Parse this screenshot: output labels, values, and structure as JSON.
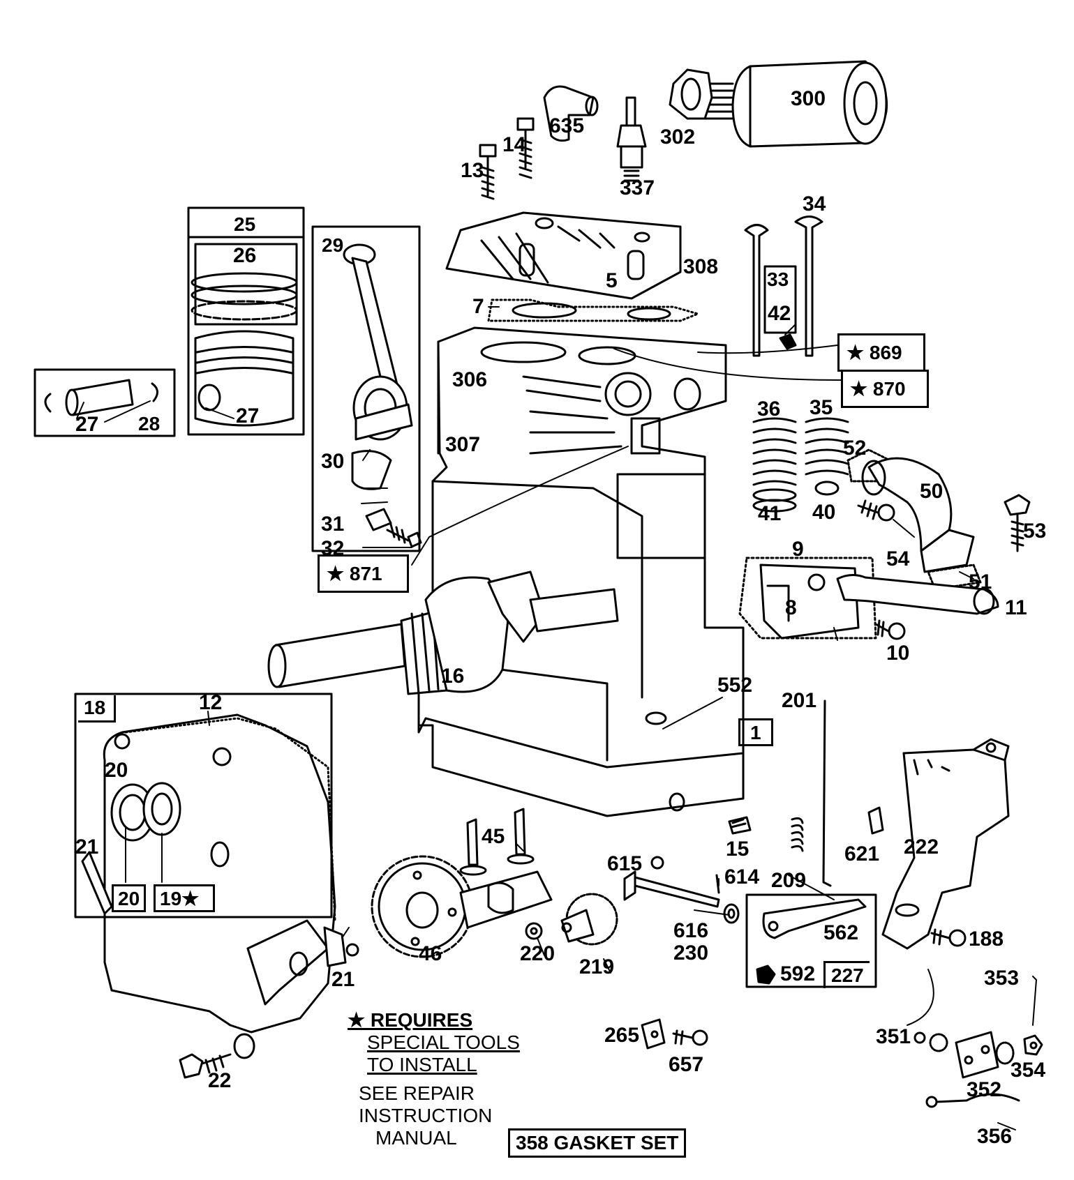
{
  "labels": {
    "p300": "300",
    "p302": "302",
    "p635": "635",
    "p337": "337",
    "p13": "13",
    "p14": "14",
    "p25": "25",
    "p26": "26",
    "p27a": "27",
    "p27b": "27",
    "p28": "28",
    "p29": "29",
    "p30": "30",
    "p31": "31",
    "p32": "32",
    "p5": "5",
    "p308": "308",
    "p7": "7",
    "p306": "306",
    "p307": "307",
    "p33": "33",
    "p34": "34",
    "p42": "42",
    "p36": "36",
    "p35": "35",
    "p41": "41",
    "p40": "40",
    "p52": "52",
    "p50": "50",
    "p53": "53",
    "p54": "54",
    "p51": "51",
    "p9": "9",
    "p8": "8",
    "p11": "11",
    "p10": "10",
    "p16": "16",
    "p552": "552",
    "p1": "1",
    "p201": "201",
    "p18": "18",
    "p12": "12",
    "p20a": "20",
    "p20b": "20",
    "p21a": "21",
    "p21b": "21",
    "p19": "19★",
    "p22": "22",
    "p45": "45",
    "p46": "46",
    "p615": "615",
    "p614": "614",
    "p616": "616",
    "p230": "230",
    "p220": "220",
    "p219": "219",
    "p15": "15",
    "p209": "209",
    "p621": "621",
    "p222": "222",
    "p562": "562",
    "p592": "592",
    "p227": "227",
    "p188": "188",
    "p353": "353",
    "p351": "351",
    "p352": "352",
    "p354": "354",
    "p356": "356",
    "p265": "265",
    "p657": "657"
  },
  "callouts": {
    "c869": "★ 869",
    "c870": "★ 870",
    "c871": "★ 871"
  },
  "note": {
    "line1": "★ REQUIRES",
    "line2": "SPECIAL TOOLS",
    "line3": "TO INSTALL",
    "line4": "SEE REPAIR",
    "line5": "INSTRUCTION",
    "line6": "MANUAL"
  },
  "gasket_set": "358 GASKET SET"
}
